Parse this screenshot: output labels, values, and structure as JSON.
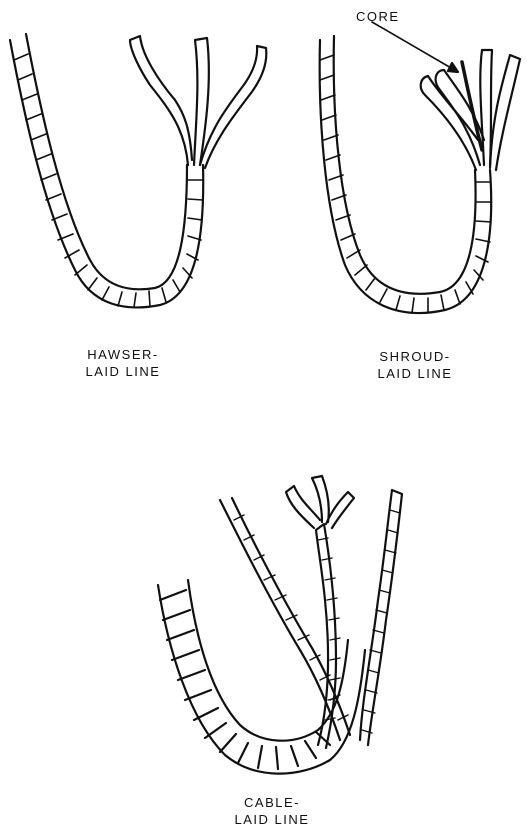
{
  "labels": {
    "hawser_line1": "HAWSER-",
    "hawser_line2": "LAID LINE",
    "shroud_line1": "SHROUD-",
    "shroud_line2": "LAID LINE",
    "cable_line1": "CABLE-",
    "cable_line2": "LAID LINE",
    "core": "CORE"
  },
  "colors": {
    "ink": "#111111",
    "paper": "#ffffff"
  }
}
